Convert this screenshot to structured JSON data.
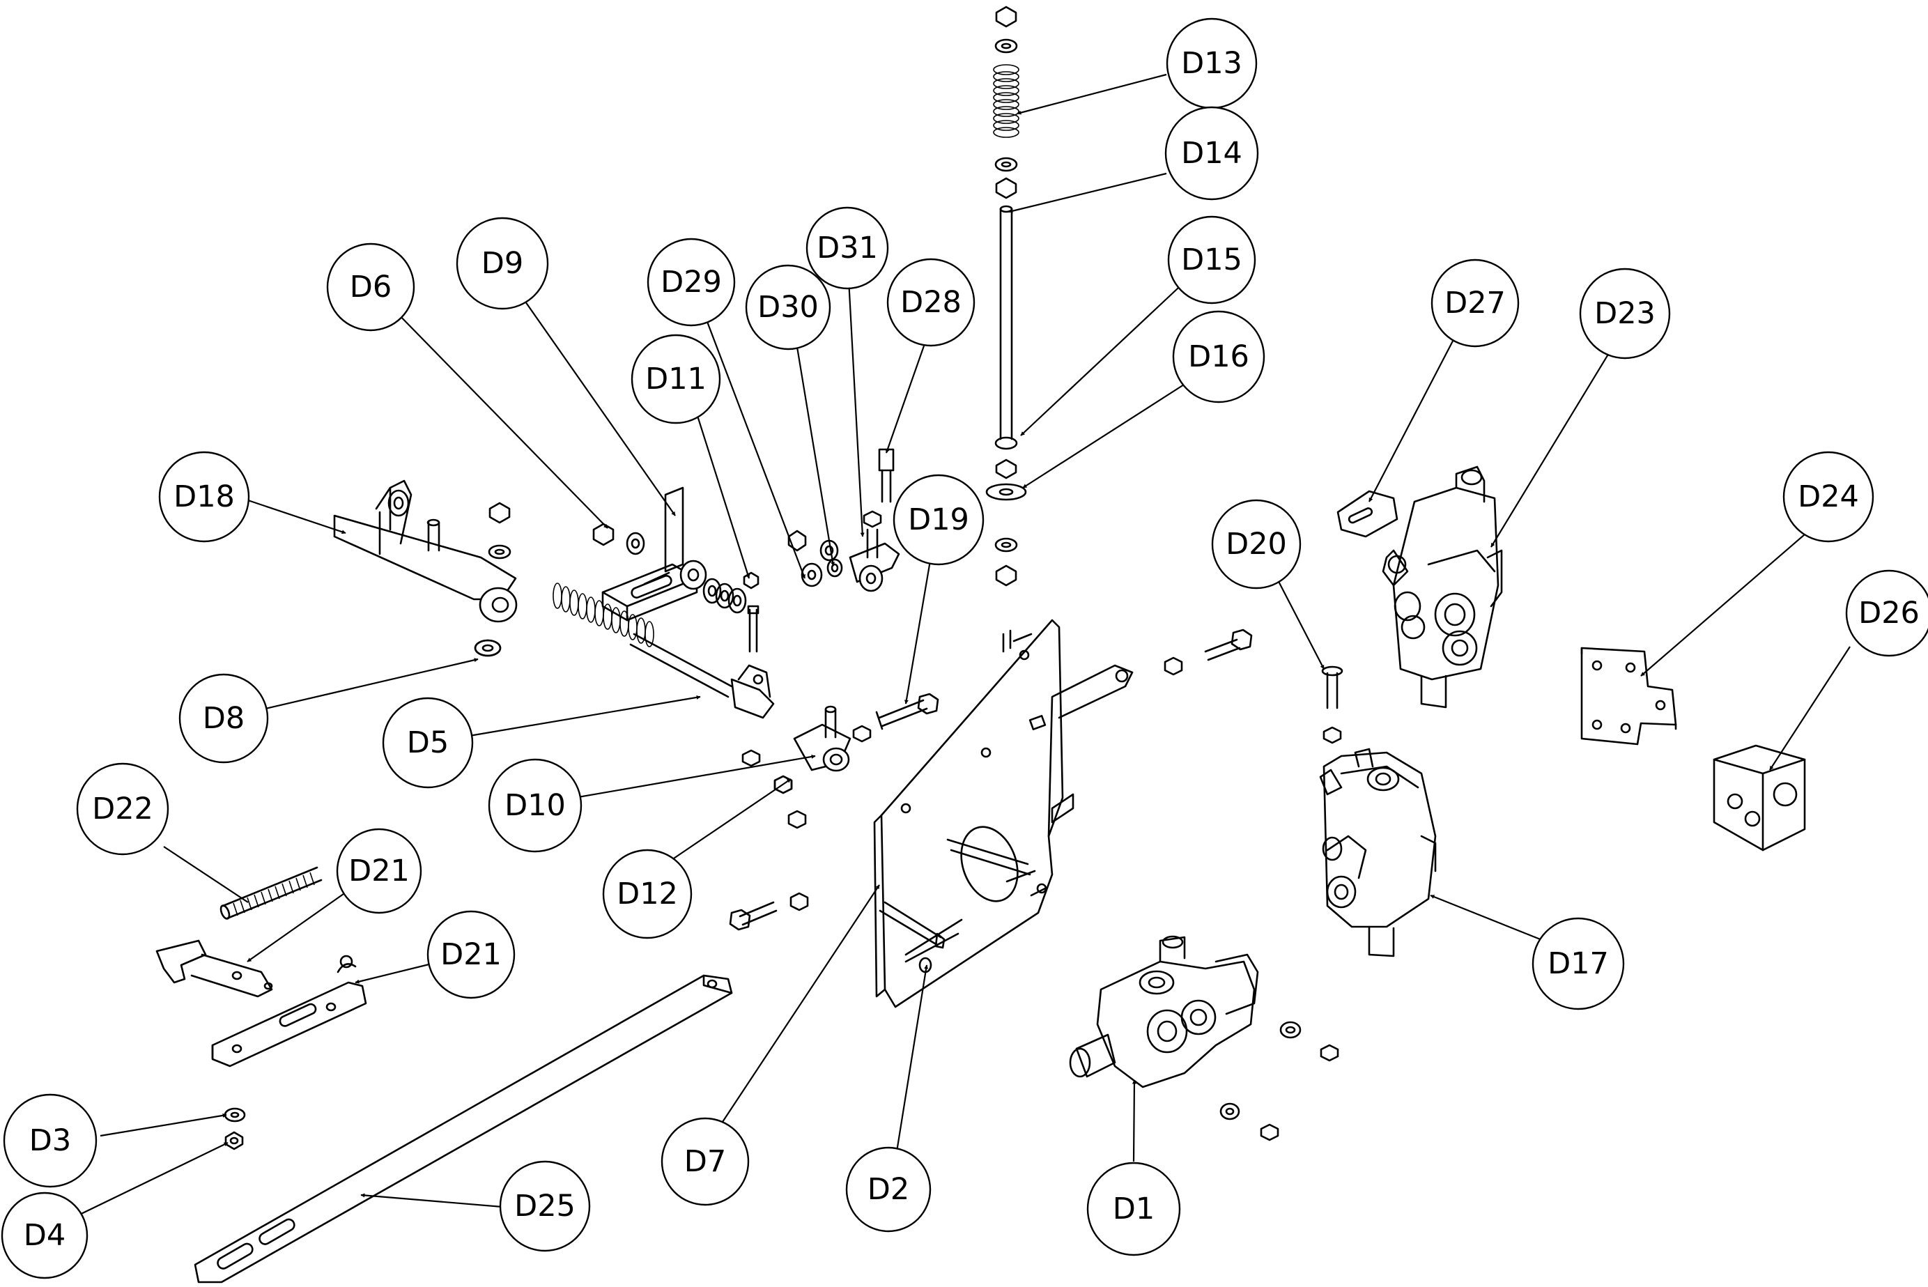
{
  "labels": {
    "D1": "D1",
    "D2": "D2",
    "D3": "D3",
    "D4": "D4",
    "D5": "D5",
    "D6": "D6",
    "D7": "D7",
    "D8": "D8",
    "D9": "D9",
    "D10": "D10",
    "D11": "D11",
    "D12": "D12",
    "D13": "D13",
    "D14": "D14",
    "D15": "D15",
    "D16": "D16",
    "D17": "D17",
    "D18": "D18",
    "D19": "D19",
    "D20": "D20",
    "D21a": "D21",
    "D21b": "D21",
    "D22": "D22",
    "D23": "D23",
    "D24": "D24",
    "D25": "D25",
    "D26": "D26",
    "D27": "D27",
    "D28": "D28",
    "D29": "D29",
    "D30": "D30",
    "D31": "D31"
  },
  "colors": {
    "line": "#000000",
    "background": "#ffffff"
  }
}
